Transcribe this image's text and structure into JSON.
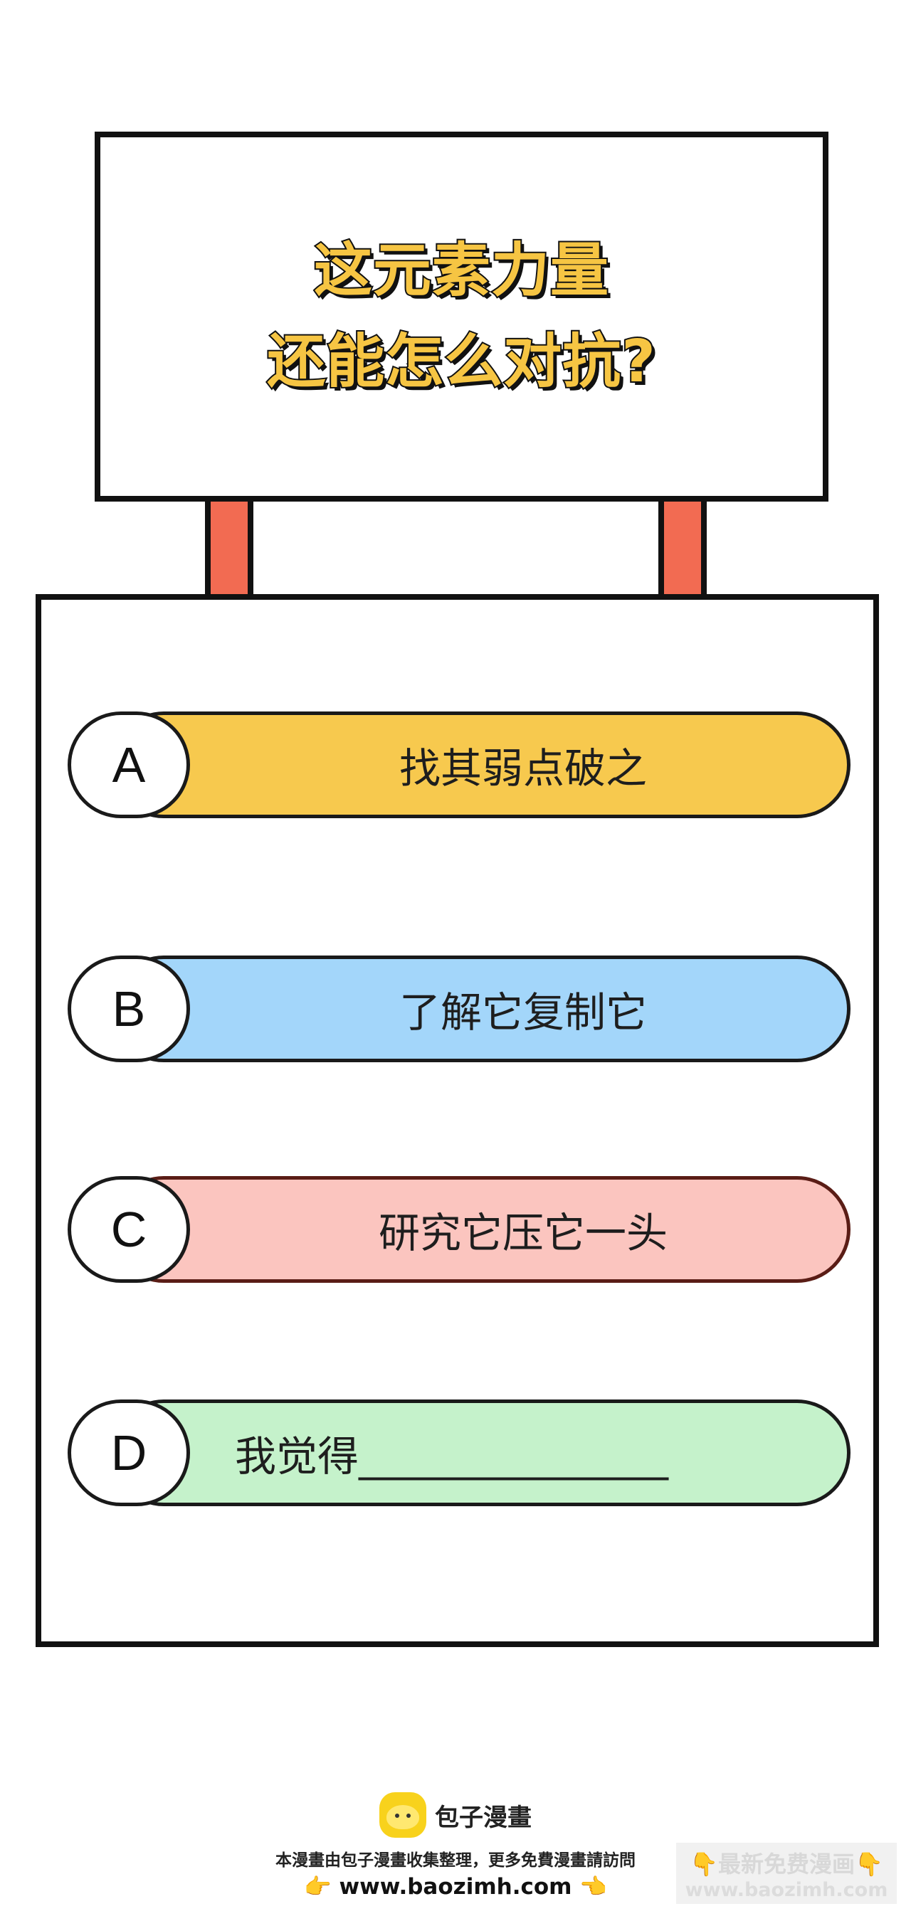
{
  "sign": {
    "line1": "这元素力量",
    "line2": "还能怎么对抗?"
  },
  "options": [
    {
      "letter": "A",
      "text": "找其弱点破之",
      "color": "#f7c94e"
    },
    {
      "letter": "B",
      "text": "了解它复制它",
      "color": "#a3d6fa"
    },
    {
      "letter": "C",
      "text": "研究它压它一头",
      "color": "#fbc5bf"
    },
    {
      "letter": "D",
      "text": "我觉得_______________",
      "color": "#c5f2cb"
    }
  ],
  "colors": {
    "post": "#f26b52",
    "title": "#f6c543",
    "outline": "#111111"
  },
  "footer": {
    "brand": "包子漫畫",
    "notice": "本漫畫由包子漫畫收集整理，更多免費漫畫請訪問",
    "hand_left": "👉",
    "site": "www.baozimh.com",
    "hand_right": "👈"
  },
  "watermark": {
    "hand_left": "👇",
    "title": "最新免费漫画",
    "hand_right": "👇",
    "url": "www.baozimh.com"
  }
}
